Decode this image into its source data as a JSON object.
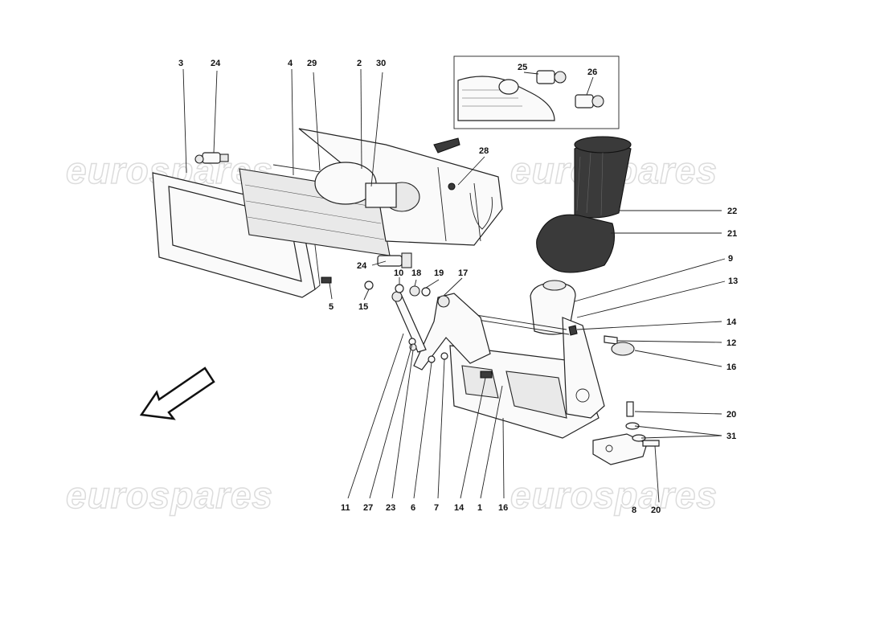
{
  "watermark": {
    "brand": "eurospares"
  },
  "callouts": {
    "c1": "3",
    "c2": "24",
    "c3": "4",
    "c4": "29",
    "c5": "2",
    "c6": "30",
    "c7": "25",
    "c8": "26",
    "c9": "28",
    "c10": "22",
    "c11": "21",
    "c12": "24",
    "c13": "5",
    "c14": "15",
    "c15": "10",
    "c16": "18",
    "c17": "19",
    "c18": "17",
    "c19": "9",
    "c20": "13",
    "c21": "14",
    "c22": "12",
    "c23": "16",
    "c24": "20",
    "c25": "31",
    "c26": "11",
    "c27": "27",
    "c28": "23",
    "c29": "6",
    "c30": "7",
    "c31": "14",
    "c32": "1",
    "c33": "16",
    "c34": "8",
    "c35": "20"
  }
}
